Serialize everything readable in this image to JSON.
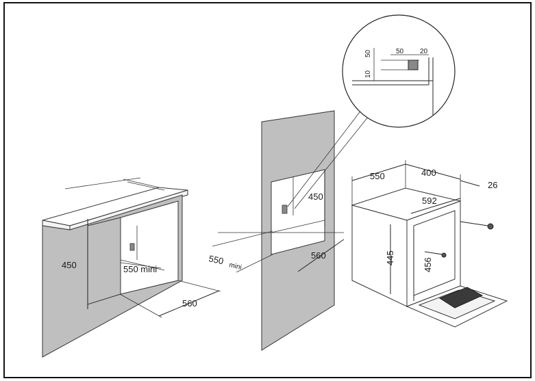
{
  "diagram": {
    "left_cabinet": {
      "height_label": "450",
      "depth_label": "550 mini",
      "width_label": "560"
    },
    "tall_cabinet": {
      "height_label": "450",
      "depth_label": "550",
      "depth_suffix": "mini",
      "width_label": "560"
    },
    "detail_circle": {
      "label_50_vertical": "50",
      "label_10_vertical": "10",
      "label_50_horizontal": "50",
      "label_20": "20"
    },
    "oven": {
      "depth_label": "550",
      "width_label": "400",
      "offset_label": "26",
      "front_width_label": "592",
      "height_label": "445",
      "inner_height_label": "456"
    }
  }
}
